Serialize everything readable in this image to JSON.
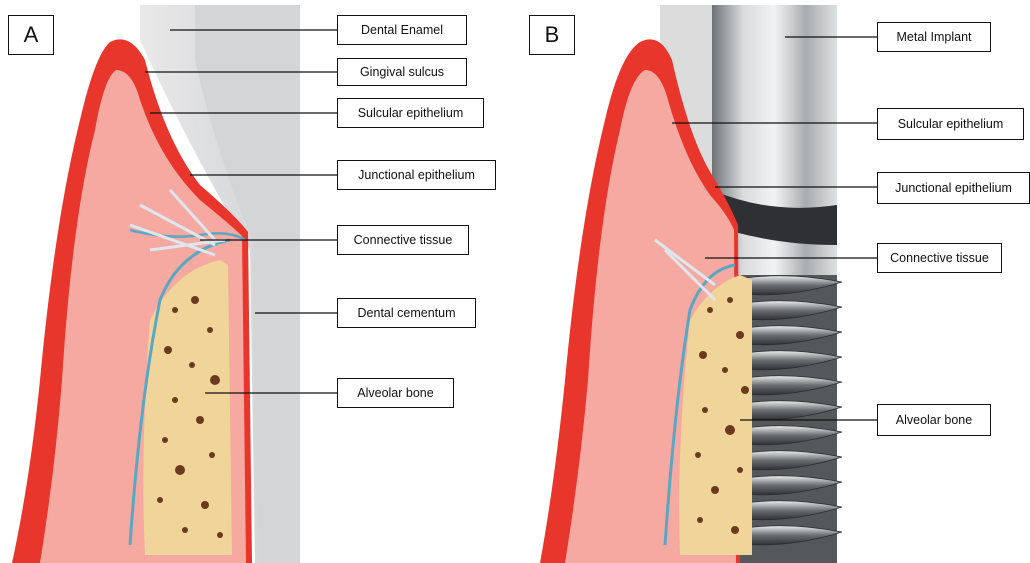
{
  "panels": [
    {
      "letter": "A",
      "labels": [
        "Dental Enamel",
        "Gingival sulcus",
        "Sulcular epithelium",
        "Junctional epithelium",
        "Connective tissue",
        "Dental cementum",
        "Alveolar bone"
      ]
    },
    {
      "letter": "B",
      "labels": [
        "Metal Implant",
        "Sulcular epithelium",
        "Junctional epithelium",
        "Connective tissue",
        "Alveolar bone"
      ]
    }
  ],
  "colors": {
    "gingiva": "#e8362c",
    "gingiva_inner": "#f5a9a0",
    "bone": "#f0d49a",
    "bone_pores": "#6b3a1e",
    "vessel": "#5aa7c4",
    "tooth": "#dcdcdc",
    "implant": "#b9bcbf"
  }
}
